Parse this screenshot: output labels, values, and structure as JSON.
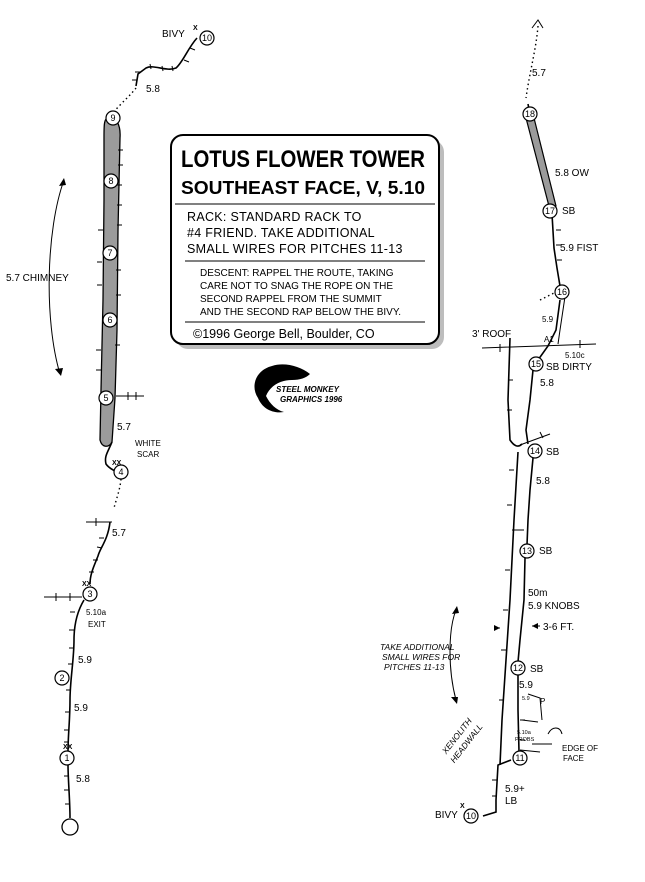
{
  "title_box": {
    "title": "LOTUS FLOWER TOWER",
    "subtitle": "SOUTHEAST FACE, V, 5.10",
    "rack": [
      "RACK: STANDARD RACK TO",
      "#4 FRIEND. TAKE ADDITIONAL",
      "SMALL WIRES FOR PITCHES 11-13"
    ],
    "descent": [
      "DESCENT:  RAPPEL THE ROUTE, TAKING",
      "CARE NOT TO SNAG THE ROPE ON THE",
      "SECOND RAPPEL FROM THE SUMMIT",
      "AND THE SECOND RAP BELOW THE BIVY."
    ],
    "copyright": "©1996 George Bell, Boulder, CO"
  },
  "logo": {
    "line1": "STEEL MONKEY",
    "line2": "GRAPHICS 1996"
  },
  "left_topo": {
    "bivy": "BIVY",
    "bivy_bolt": "X",
    "grade_top": "5.8",
    "chimney": "5.7 CHIMNEY",
    "grade_p5": "5.7",
    "white_scar": [
      "WHITE",
      "SCAR"
    ],
    "bolts_p4": "XX",
    "grade_p4": "5.7",
    "bolts_p3": "XX",
    "grade_p3": [
      "5.10a",
      "EXIT"
    ],
    "grade_p2a": "5.9",
    "grade_p2b": "5.9",
    "bolts_p1": "XX",
    "grade_p1": "5.8",
    "belays": [
      "10",
      "9",
      "8",
      "7",
      "6",
      "5",
      "4",
      "3",
      "2",
      "1"
    ]
  },
  "right_topo": {
    "grade_top": "5.7",
    "grade_p18": "5.8 OW",
    "sb_17": "SB",
    "grade_p17": "5.9 FIST",
    "grade_59": "5.9",
    "a1": "A1",
    "roof": "3' ROOF",
    "grade_510c": "5.10c",
    "sb_dirty": "SB DIRTY",
    "grade_58a": "5.8",
    "sb_14": "SB",
    "grade_58b": "5.8",
    "sb_13": "SB",
    "rope": "50m",
    "knobs": "5.9 KNOBS",
    "width": "3-6 FT.",
    "wires_note": [
      "TAKE ADDITIONAL",
      "SMALL WIRES FOR",
      "PITCHES 11-13"
    ],
    "sb_12": "SB",
    "grade_p12": "5.9",
    "grade_59_small": "5.9",
    "p_mark": "P",
    "xenolith": [
      "XENOLITH",
      "HEADWALL"
    ],
    "grade_510a_small": [
      "5.10a",
      "PROBS"
    ],
    "edge": [
      "EDGE OF",
      "FACE"
    ],
    "grade_p10": [
      "5.9+",
      "LB"
    ],
    "bivy": "BIVY",
    "bivy_bolt": "X",
    "belays": [
      "18",
      "17",
      "16",
      "15",
      "14",
      "13",
      "12",
      "11",
      "10"
    ]
  }
}
